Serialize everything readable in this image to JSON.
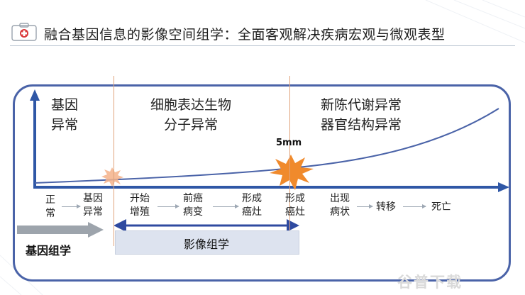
{
  "title": "融合基因信息的影像空间组学：全面客观解决疾病宏观与微观表型",
  "header_icon": "medical-kit-icon",
  "colors": {
    "frame": "#4a63a8",
    "curve": "#4a63a8",
    "axis": "#2f57a6",
    "starburst": "#f08a2c",
    "divider_line": "#e0a47c",
    "radiomics_box": "#dde3ef"
  },
  "regions": {
    "genetic": [
      "基因",
      "异常"
    ],
    "molecular": [
      "细胞表达生物",
      "分子异常"
    ],
    "metabolic": [
      "新陈代谢异常",
      "器官结构异常"
    ]
  },
  "size_label": "5mm",
  "stages": [
    [
      "正",
      "常"
    ],
    [
      "基因",
      "异常"
    ],
    [
      "开始",
      "增殖"
    ],
    [
      "前癌",
      "病变"
    ],
    [
      "形成",
      "癌灶"
    ],
    [
      "形成",
      "癌灶"
    ],
    [
      "出现",
      "病状"
    ],
    [
      "转移"
    ],
    [
      "死亡"
    ]
  ],
  "genomics_label": "基因组学",
  "radiomics_label": "影像组学",
  "watermark": "谷普下载"
}
